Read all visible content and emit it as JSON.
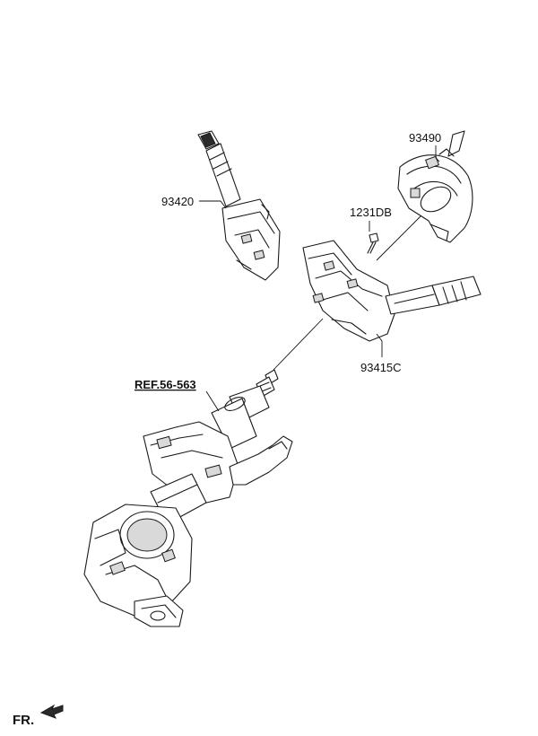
{
  "parts": {
    "p93490": {
      "number": "93490"
    },
    "p93420": {
      "number": "93420"
    },
    "p1231DB": {
      "number": "1231DB"
    },
    "p93415C": {
      "number": "93415C"
    },
    "ref": {
      "label": "REF.56-563"
    }
  },
  "orientation": {
    "label": "FR."
  }
}
